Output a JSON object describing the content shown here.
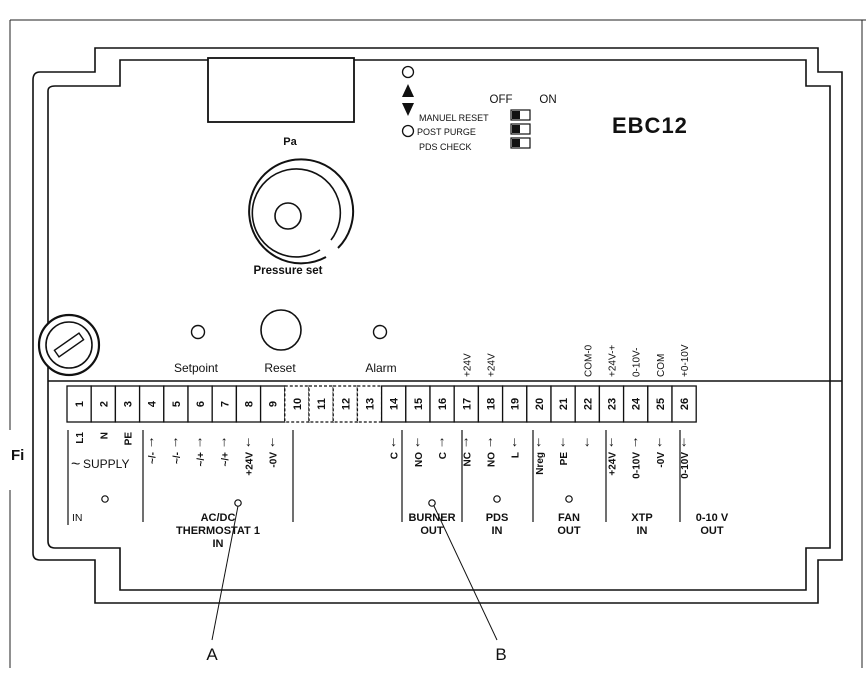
{
  "device": {
    "model": "EBC12",
    "display_unit": "Pa",
    "knob_label": "Pressure set",
    "indicators": {
      "setpoint": "Setpoint",
      "reset": "Reset",
      "alarm": "Alarm"
    },
    "dip": {
      "off_label": "OFF",
      "on_label": "ON",
      "switches": [
        "MANUEL RESET",
        "POST PURGE",
        "PDS CHECK"
      ]
    },
    "side_text": "Fi"
  },
  "terminals": [
    {
      "num": "1",
      "label": "L1",
      "arrow": ""
    },
    {
      "num": "2",
      "label": "N",
      "arrow": ""
    },
    {
      "num": "3",
      "label": "PE",
      "arrow": ""
    },
    {
      "num": "4",
      "label": "~/-",
      "arrow": "↑"
    },
    {
      "num": "5",
      "label": "~/-",
      "arrow": "↑"
    },
    {
      "num": "6",
      "label": "~/+",
      "arrow": "↑"
    },
    {
      "num": "7",
      "label": "~/+",
      "arrow": "↑"
    },
    {
      "num": "8",
      "label": "+24V",
      "arrow": "↓"
    },
    {
      "num": "9",
      "label": "-0V",
      "arrow": "↓"
    },
    {
      "num": "10",
      "label": "",
      "arrow": ""
    },
    {
      "num": "11",
      "label": "",
      "arrow": ""
    },
    {
      "num": "12",
      "label": "",
      "arrow": ""
    },
    {
      "num": "13",
      "label": "",
      "arrow": ""
    },
    {
      "num": "14",
      "label": "C",
      "arrow": "↓"
    },
    {
      "num": "15",
      "label": "NO",
      "arrow": "↓"
    },
    {
      "num": "16",
      "label": "C",
      "arrow": "↑"
    },
    {
      "num": "17",
      "label": "NC",
      "arrow": "↑"
    },
    {
      "num": "18",
      "label": "NO",
      "arrow": "↑"
    },
    {
      "num": "19",
      "label": "L",
      "arrow": "↓"
    },
    {
      "num": "20",
      "label": "Nreg",
      "arrow": "↓"
    },
    {
      "num": "21",
      "label": "PE",
      "arrow": "↓"
    },
    {
      "num": "22",
      "label": "",
      "arrow": "↓"
    },
    {
      "num": "23",
      "label": "+24V",
      "arrow": "↓"
    },
    {
      "num": "24",
      "label": "0-10V",
      "arrow": "↑"
    },
    {
      "num": "25",
      "label": "-0V",
      "arrow": "↓"
    },
    {
      "num": "26",
      "label": "0-10V",
      "arrow": "↓"
    }
  ],
  "top_labels": [
    {
      "terminal": "17",
      "text": "+24V"
    },
    {
      "terminal": "18",
      "text": "+24V"
    },
    {
      "terminal": "22",
      "text": "COM-0"
    },
    {
      "terminal": "23",
      "text": "+24V-+"
    },
    {
      "terminal": "24",
      "text": "0-10V-"
    },
    {
      "terminal": "25",
      "text": "COM"
    },
    {
      "terminal": "26",
      "text": "+0-10V"
    }
  ],
  "groups": {
    "supply": "SUPPLY",
    "supply_in": "IN",
    "thermostat": [
      "AC/DC",
      "THERMOSTAT 1",
      "IN"
    ],
    "burner": [
      "BURNER",
      "OUT"
    ],
    "pds": [
      "PDS",
      "IN"
    ],
    "fan": [
      "FAN",
      "OUT"
    ],
    "xtp": [
      "XTP",
      "IN"
    ],
    "analog": [
      "0-10 V",
      "OUT"
    ]
  },
  "callouts": [
    "A",
    "B"
  ]
}
